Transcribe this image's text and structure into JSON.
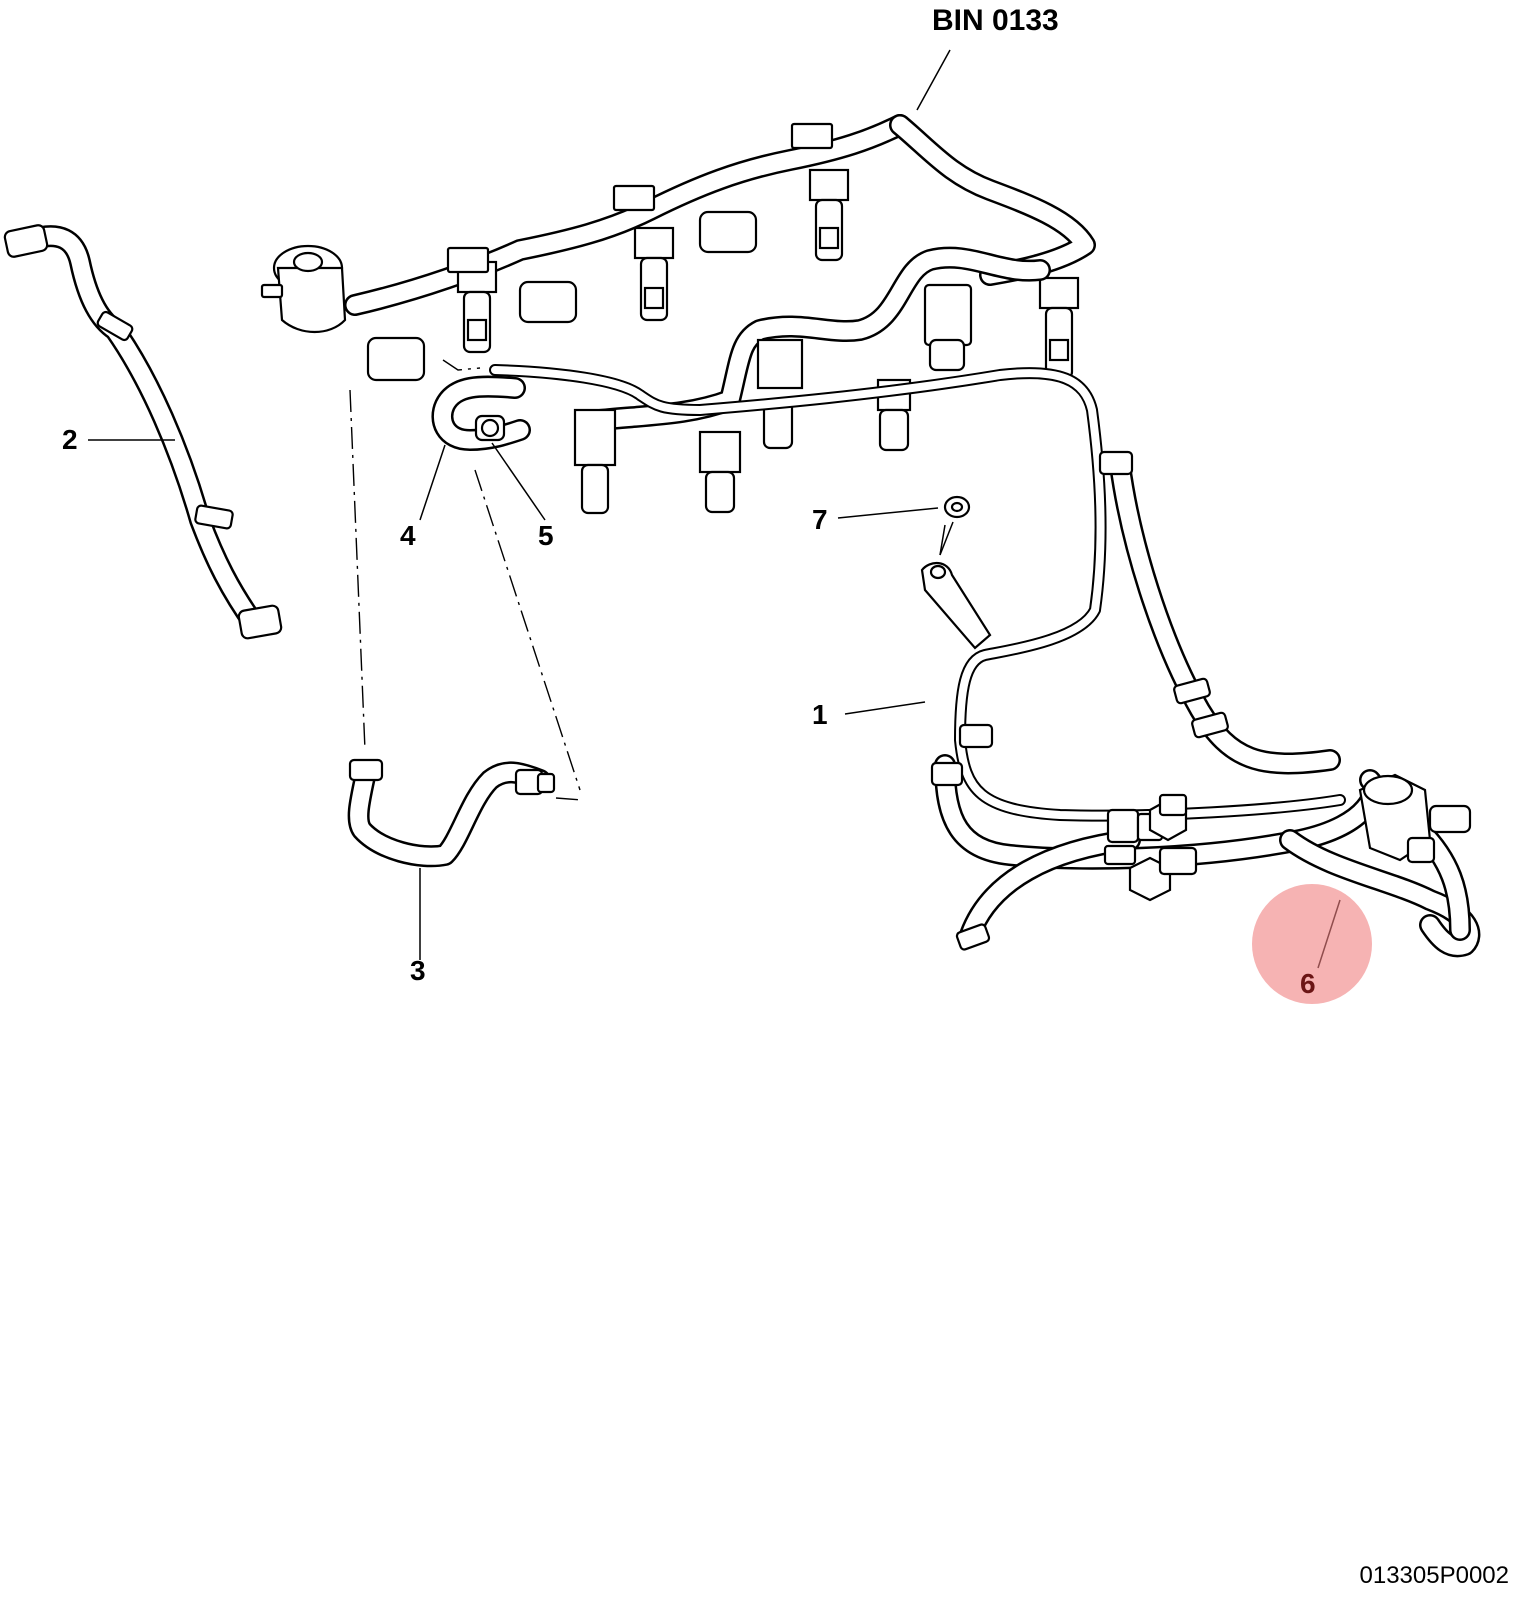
{
  "diagram": {
    "header_code": "BIN 0133",
    "reference_code": "013305P0002",
    "highlight_color": "#f08080",
    "callouts": [
      {
        "id": "1",
        "label": "1",
        "highlighted": false
      },
      {
        "id": "2",
        "label": "2",
        "highlighted": false
      },
      {
        "id": "3",
        "label": "3",
        "highlighted": false
      },
      {
        "id": "4",
        "label": "4",
        "highlighted": false
      },
      {
        "id": "5",
        "label": "5",
        "highlighted": false
      },
      {
        "id": "6",
        "label": "6",
        "highlighted": true
      },
      {
        "id": "7",
        "label": "7",
        "highlighted": false
      }
    ]
  }
}
